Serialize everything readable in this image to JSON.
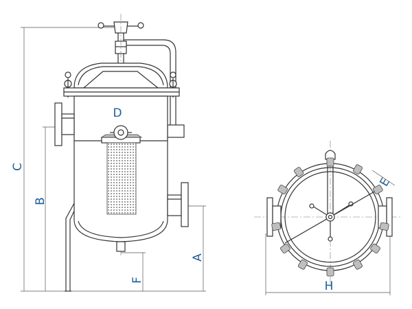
{
  "labels": {
    "A": "A",
    "B": "B",
    "C": "C",
    "D": "D",
    "E": "E",
    "F": "F",
    "H": "H"
  },
  "colors": {
    "label": "#1f5f99",
    "line": "#333333",
    "clamp": "#bfbfbf"
  }
}
